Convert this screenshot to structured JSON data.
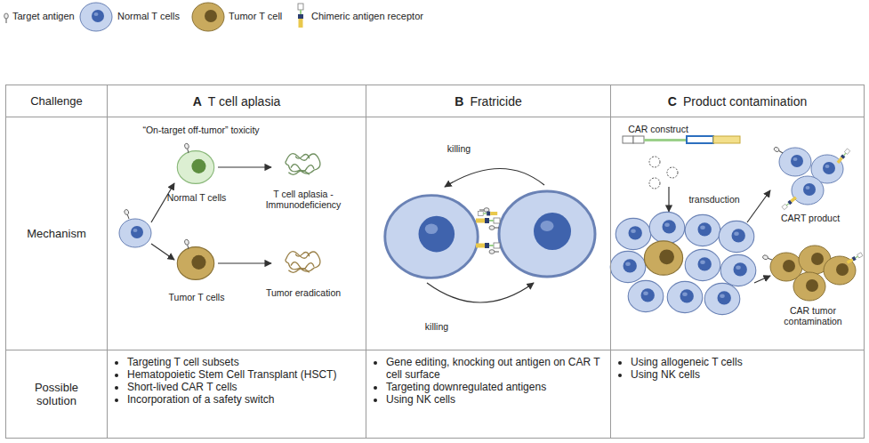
{
  "diagram": {
    "nodes": [
      {
        "text": [
          "Challenge"
        ]
      },
      {
        "text": [
          "A",
          "T cell aplasia"
        ]
      },
      {
        "text": [
          "B",
          "Fratricide"
        ]
      },
      {
        "text": [
          "C",
          "Product contamination"
        ]
      },
      {
        "text": [
          "Mechanism"
        ]
      },
      {
        "text": [
          "“On-target off-tumor” toxicity",
          "Normal T cells",
          "T cell aplasia - Immunodeficiency",
          "Tumor T cells",
          "Tumor eradication"
        ]
      },
      {
        "text": [
          "killing",
          "killing"
        ]
      },
      {
        "text": [
          "CAR construct",
          "transduction",
          "CART product",
          "CAR tumor contamination"
        ]
      },
      {
        "text": [
          "Possible solution"
        ]
      },
      {
        "text": [
          "Targeting T cell subsets",
          "Hematopoietic Stem Cell Transplant (HSCT)",
          "Short-lived CAR T cells",
          "Incorporation of a safety switch"
        ]
      },
      {
        "text": [
          "Gene editing, knocking out antigen on CAR T cell surface",
          "Targeting downregulated antigens",
          "Using NK cells"
        ]
      },
      {
        "text": [
          "Using allogeneic T cells",
          "Using NK cells"
        ]
      }
    ],
    "legend": [
      {
        "text": "Target antigen"
      },
      {
        "text": "Normal T cells"
      },
      {
        "text": "Tumor T cell"
      },
      {
        "text": "Chimeric antigen receptor"
      }
    ]
  }
}
